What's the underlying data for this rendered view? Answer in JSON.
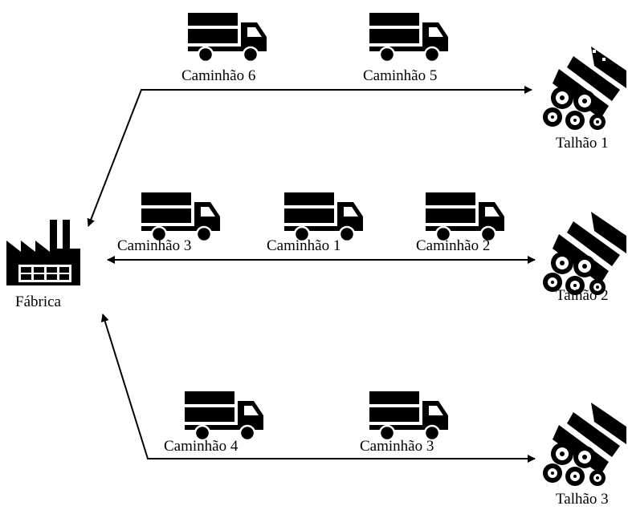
{
  "factory": {
    "label": "Fábrica",
    "icon": "factory-icon"
  },
  "plots": [
    {
      "label": "Talhão 1",
      "icon": "logs-icon"
    },
    {
      "label": "Talhão 2",
      "icon": "logs-icon"
    },
    {
      "label": "Talhão 3",
      "icon": "logs-icon"
    }
  ],
  "trucks": [
    {
      "label": "Caminhão 6",
      "icon": "truck-icon"
    },
    {
      "label": "Caminhão 5",
      "icon": "truck-icon"
    },
    {
      "label": "Caminhão 3",
      "icon": "truck-icon"
    },
    {
      "label": "Caminhão 1",
      "icon": "truck-icon"
    },
    {
      "label": "Caminhão 2",
      "icon": "truck-icon"
    },
    {
      "label": "Caminhão 4",
      "icon": "truck-icon"
    },
    {
      "label": "Caminhão 3",
      "icon": "truck-icon"
    }
  ],
  "colors": {
    "ink": "#000000",
    "background": "#ffffff"
  }
}
